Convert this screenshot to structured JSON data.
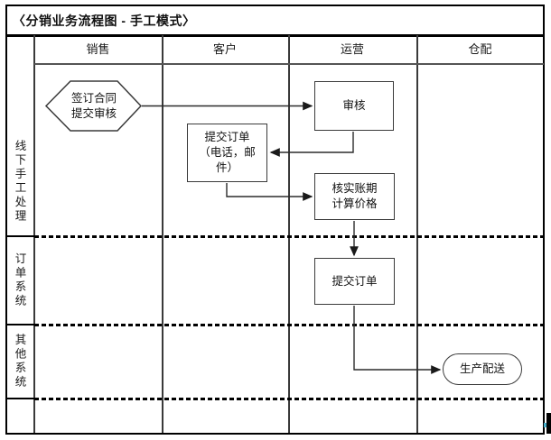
{
  "title": "〈分销业务流程图 - 手工模式〉",
  "lanes": [
    "销售",
    "客户",
    "运营",
    "仓配"
  ],
  "rows": [
    "线下手工处理",
    "订单系统",
    "其他系统"
  ],
  "nodes": {
    "sign_contract": "签订合同\n提交审核",
    "review": "审核",
    "customer_order": "提交订单\n（电话，邮\n件）",
    "verify_price": "核实账期\n计算价格",
    "system_order": "提交订单",
    "production": "生产配送"
  },
  "colors": {
    "line": "#3a3a3a",
    "border": "#000000",
    "dotted": "#000000",
    "background": "#ffffff",
    "text": "#111111"
  }
}
